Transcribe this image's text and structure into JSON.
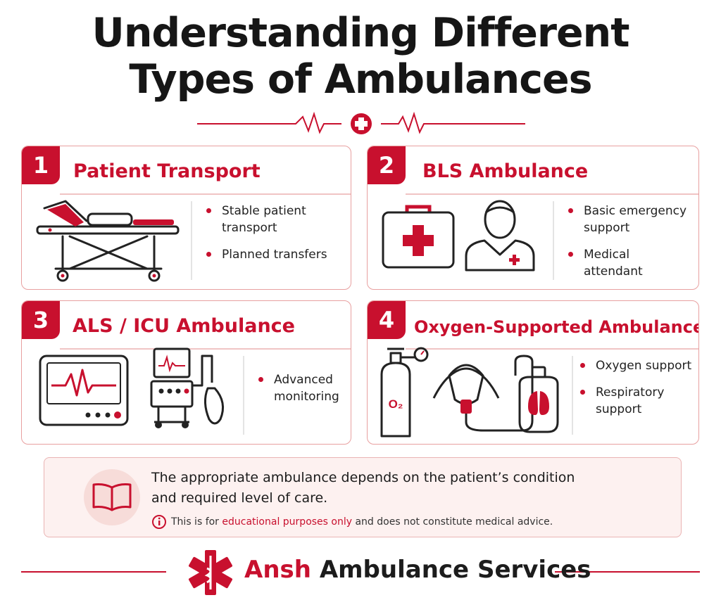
{
  "title": {
    "line1": "Understanding Different",
    "line2": "Types of Ambulances"
  },
  "icons": {
    "divider": "heartbeat-cross-icon",
    "stretcher": "stretcher-icon",
    "first_aid": "first-aid-kit-icon",
    "attendant": "medical-attendant-icon",
    "monitor": "heart-monitor-icon",
    "ventilator": "ventilator-icon",
    "oxygen_cylinder": "oxygen-cylinder-icon",
    "oxygen_mask": "oxygen-mask-icon",
    "lung_bag": "lung-reservoir-icon",
    "book": "open-book-icon",
    "info": "info-icon",
    "logo": "star-of-life-icon"
  },
  "colors": {
    "accent": "#c8102e",
    "text": "#1c1c1c",
    "note_bg": "#fdf1f0"
  },
  "cards": [
    {
      "number": "1",
      "title": "Patient Transport",
      "bullets": [
        "Stable patient transport",
        "Planned transfers"
      ]
    },
    {
      "number": "2",
      "title": "BLS Ambulance",
      "bullets": [
        "Basic emergency support",
        "Medical attendant"
      ]
    },
    {
      "number": "3",
      "title": "ALS / ICU Ambulance",
      "bullets": [
        "Advanced monitoring"
      ]
    },
    {
      "number": "4",
      "title": "Oxygen-Supported Ambulance",
      "bullets": [
        "Oxygen support",
        "Respiratory support"
      ]
    }
  ],
  "note": {
    "line1": "The appropriate ambulance depends on the patient’s condition",
    "line2": "and required level of care.",
    "disclaimer_pre": "This is for ",
    "disclaimer_highlight": "educational purposes only",
    "disclaimer_post": " and does not constitute medical advice."
  },
  "icon_text": {
    "o2": "O₂"
  },
  "brand": {
    "part1": "Ansh",
    "part2": "Ambulance Services"
  }
}
